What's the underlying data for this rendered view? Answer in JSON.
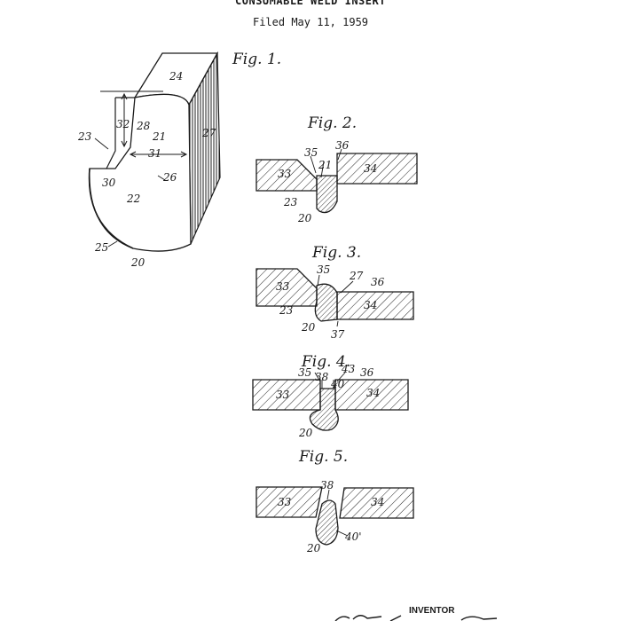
{
  "header": {
    "title": "CONSUMABLE WELD INSERT",
    "filed": "Filed May 11, 1959"
  },
  "inventor_label": "INVENTOR",
  "figures": {
    "fig1": {
      "label": "Fig. 1.",
      "refs": {
        "r24": "24",
        "r27": "27",
        "r32": "32",
        "r28": "28",
        "r23": "23",
        "r21": "21",
        "r31": "31",
        "r30": "30",
        "r26": "26",
        "r22": "22",
        "r25": "25",
        "r20": "20"
      }
    },
    "fig2": {
      "label": "Fig. 2.",
      "refs": {
        "r35": "35",
        "r36": "36",
        "r33": "33",
        "r21": "21",
        "r34": "34",
        "r23": "23",
        "r20": "20"
      }
    },
    "fig3": {
      "label": "Fig. 3.",
      "refs": {
        "r35": "35",
        "r27": "27",
        "r36": "36",
        "r33": "33",
        "r34": "34",
        "r23": "23",
        "r20": "20",
        "r37": "37"
      }
    },
    "fig4": {
      "label": "Fig. 4.",
      "refs": {
        "r35": "35",
        "r38": "38",
        "r43": "43",
        "r36": "36",
        "r40": "40",
        "r33": "33",
        "r34": "34",
        "r20": "20"
      }
    },
    "fig5": {
      "label": "Fig. 5.",
      "refs": {
        "r38": "38",
        "r33": "33",
        "r34": "34",
        "r40p": "40'",
        "r20": "20"
      }
    }
  }
}
